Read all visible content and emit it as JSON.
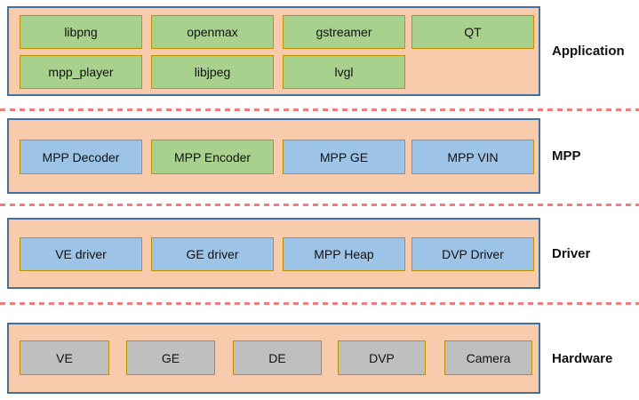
{
  "colors": {
    "container_fill": "#F8CBAD",
    "container_border": "#41719C",
    "box_border": "#BF9000",
    "green_fill": "#A9D18E",
    "blue_fill": "#9DC3E6",
    "gray_fill": "#BFBFBF",
    "divider_color": "#F27B7B",
    "text_color": "#111111"
  },
  "layers": [
    {
      "label": "Application",
      "rows": [
        [
          {
            "label": "libpng",
            "color": "green"
          },
          {
            "label": "openmax",
            "color": "green"
          },
          {
            "label": "gstreamer",
            "color": "green"
          },
          {
            "label": "QT",
            "color": "green"
          }
        ],
        [
          {
            "label": "mpp_player",
            "color": "green"
          },
          {
            "label": "libjpeg",
            "color": "green"
          },
          {
            "label": "lvgl",
            "color": "green"
          }
        ]
      ]
    },
    {
      "label": "MPP",
      "rows": [
        [
          {
            "label": "MPP Decoder",
            "color": "blue"
          },
          {
            "label": "MPP Encoder",
            "color": "green"
          },
          {
            "label": "MPP GE",
            "color": "blue"
          },
          {
            "label": "MPP VIN",
            "color": "blue"
          }
        ]
      ]
    },
    {
      "label": "Driver",
      "rows": [
        [
          {
            "label": "VE driver",
            "color": "blue"
          },
          {
            "label": "GE driver",
            "color": "blue"
          },
          {
            "label": "MPP Heap",
            "color": "blue"
          },
          {
            "label": "DVP Driver",
            "color": "blue"
          }
        ]
      ]
    },
    {
      "label": "Hardware",
      "rows": [
        [
          {
            "label": "VE",
            "color": "gray"
          },
          {
            "label": "GE",
            "color": "gray"
          },
          {
            "label": "DE",
            "color": "gray"
          },
          {
            "label": "DVP",
            "color": "gray"
          },
          {
            "label": "Camera",
            "color": "gray"
          }
        ]
      ]
    }
  ]
}
